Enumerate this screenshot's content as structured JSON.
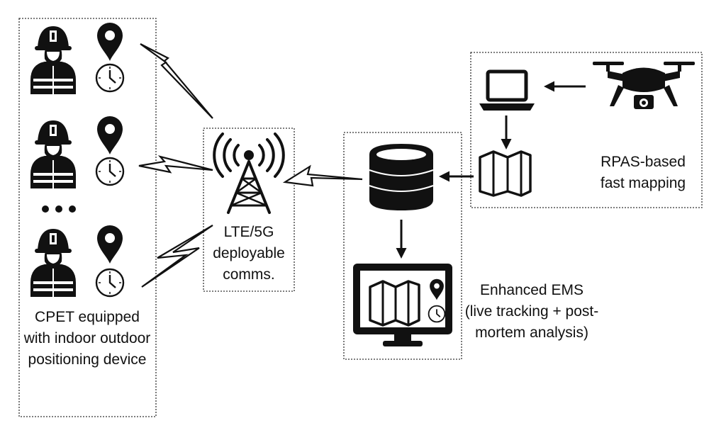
{
  "labels": {
    "cpet": "CPET equipped with indoor outdoor positioning device",
    "comms": "LTE/5G deployable comms.",
    "ems": "Enhanced EMS (live tracking + post-mortem analysis)",
    "rpas": "RPAS-based fast mapping"
  },
  "icons": [
    "firefighter-icon",
    "location-pin-icon",
    "clock-icon",
    "ellipsis-icon",
    "cell-tower-icon",
    "database-icon",
    "monitor-map-icon",
    "laptop-icon",
    "folded-map-icon",
    "drone-icon",
    "lightning-link-icon"
  ]
}
